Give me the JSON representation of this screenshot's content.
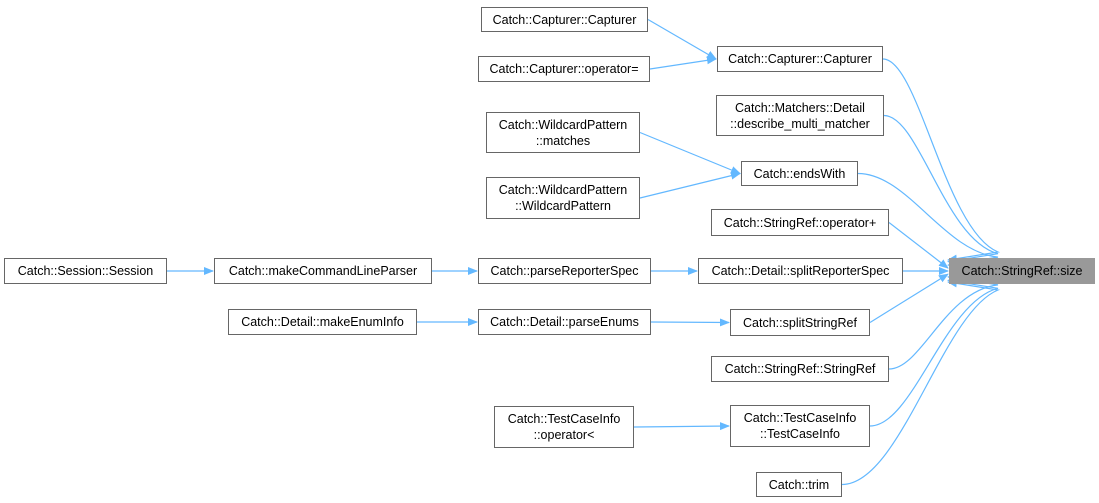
{
  "colors": {
    "edge": "#63b8ff",
    "node_border": "#666666",
    "root_fill": "#999999"
  },
  "graph": {
    "root": "Catch::StringRef::size",
    "nodes": {
      "n1": {
        "lines": [
          "Catch::Capturer::Capturer"
        ]
      },
      "n2": {
        "lines": [
          "Catch::Capturer::operator="
        ]
      },
      "n3": {
        "lines": [
          "Catch::Capturer::Capturer"
        ]
      },
      "n4": {
        "lines": [
          "Catch::Matchers::Detail",
          "::describe_multi_matcher"
        ]
      },
      "n5": {
        "lines": [
          "Catch::WildcardPattern",
          "::matches"
        ]
      },
      "n6": {
        "lines": [
          "Catch::endsWith"
        ]
      },
      "n7": {
        "lines": [
          "Catch::WildcardPattern",
          "::WildcardPattern"
        ]
      },
      "n8": {
        "lines": [
          "Catch::StringRef::operator+"
        ]
      },
      "n9": {
        "lines": [
          "Catch::Session::Session"
        ]
      },
      "n10": {
        "lines": [
          "Catch::makeCommandLineParser"
        ]
      },
      "n11": {
        "lines": [
          "Catch::parseReporterSpec"
        ]
      },
      "n12": {
        "lines": [
          "Catch::Detail::splitReporterSpec"
        ]
      },
      "n13": {
        "lines": [
          "Catch::StringRef::size"
        ]
      },
      "n14": {
        "lines": [
          "Catch::Detail::makeEnumInfo"
        ]
      },
      "n15": {
        "lines": [
          "Catch::Detail::parseEnums"
        ]
      },
      "n16": {
        "lines": [
          "Catch::splitStringRef"
        ]
      },
      "n17": {
        "lines": [
          "Catch::StringRef::StringRef"
        ]
      },
      "n18": {
        "lines": [
          "Catch::TestCaseInfo",
          "::operator<"
        ]
      },
      "n19": {
        "lines": [
          "Catch::TestCaseInfo",
          "::TestCaseInfo"
        ]
      },
      "n20": {
        "lines": [
          "Catch::trim"
        ]
      }
    },
    "edges": [
      [
        "n1",
        "n3"
      ],
      [
        "n2",
        "n3"
      ],
      [
        "n3",
        "n13"
      ],
      [
        "n4",
        "n13"
      ],
      [
        "n5",
        "n6"
      ],
      [
        "n7",
        "n6"
      ],
      [
        "n6",
        "n13"
      ],
      [
        "n8",
        "n13"
      ],
      [
        "n9",
        "n10"
      ],
      [
        "n10",
        "n11"
      ],
      [
        "n11",
        "n12"
      ],
      [
        "n12",
        "n13"
      ],
      [
        "n14",
        "n15"
      ],
      [
        "n15",
        "n16"
      ],
      [
        "n16",
        "n13"
      ],
      [
        "n17",
        "n13"
      ],
      [
        "n18",
        "n19"
      ],
      [
        "n19",
        "n13"
      ],
      [
        "n20",
        "n13"
      ]
    ]
  }
}
